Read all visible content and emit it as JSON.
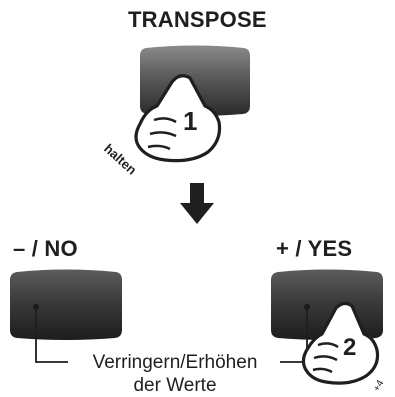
{
  "diagram": {
    "top_button_label": "TRANSPOSE",
    "hold_text": "halten",
    "step1_number": "1",
    "step2_number": "2",
    "left_button_label": "– / NO",
    "right_button_label": "+ / YES",
    "caption_line1": "Verringern/Erhöhen",
    "caption_line2": "der Werte",
    "repeat_mark": "+4"
  },
  "icons": [
    "finger-press-icon",
    "arrow-down-icon"
  ],
  "colors": {
    "button_dark": "#2e2e2e",
    "button_light": "#7a7a7a",
    "ink": "#1f1f1f"
  }
}
